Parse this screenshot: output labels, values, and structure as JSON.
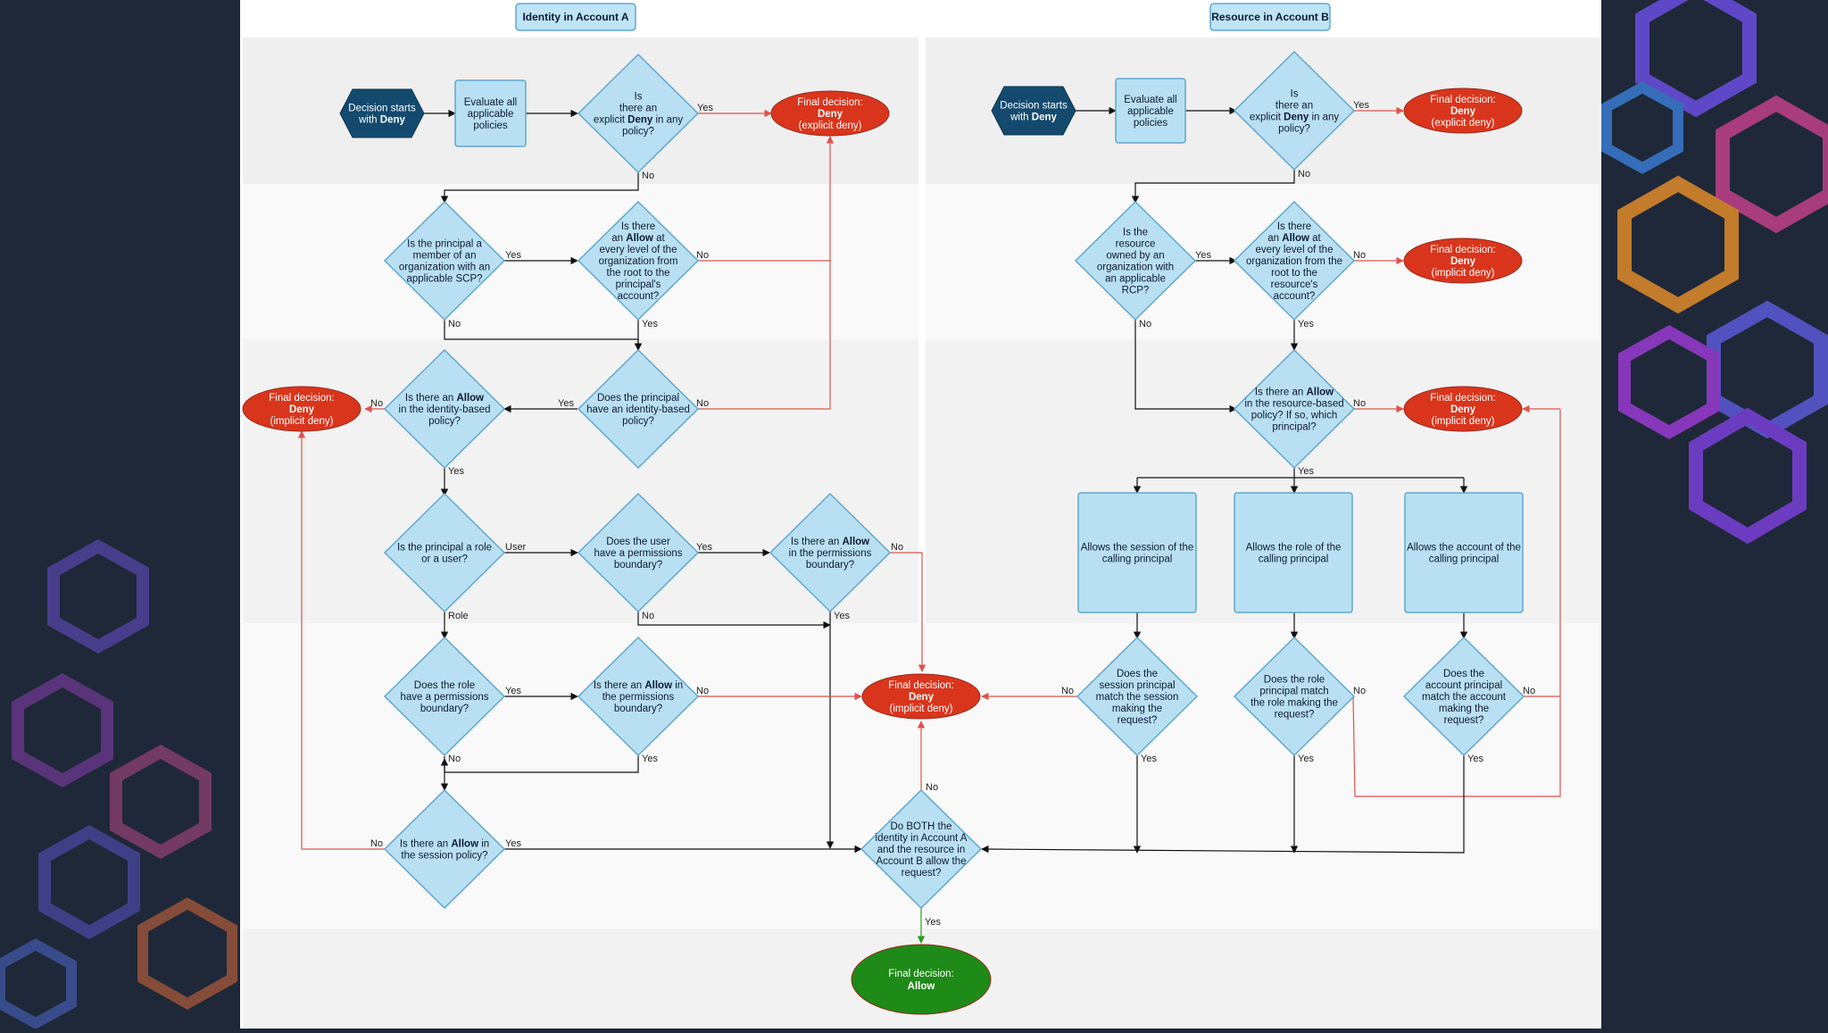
{
  "colors": {
    "background": "#1f2838",
    "canvas": "#ffffff",
    "band_shaded": "#f0f0f0",
    "band_light": "#f8f8f8",
    "decision_fill": "#b9e0f2",
    "decision_stroke": "#5ea7d0",
    "deny_fill": "#d9351c",
    "allow_fill": "#1e8a17",
    "start_fill": "#134a6e",
    "deny_line": "#e0524a",
    "allow_line": "#2a9d22",
    "flow_line": "#111111"
  },
  "headers": {
    "identity": "Identity in Account A",
    "resource": "Resource in Account B"
  },
  "nodes": {
    "a_start": {
      "icon": "decision-start-hexagon",
      "l1": "Decision starts",
      "l2": "with ",
      "l2b": "Deny"
    },
    "a_eval": {
      "l1": "Evaluate all",
      "l2": "applicable",
      "l3": "policies"
    },
    "a_deny_q": {
      "l1": "Is",
      "l2": "there an",
      "l3a": "explicit ",
      "l3b": "Deny",
      "l3c": " in any",
      "l4": "policy?"
    },
    "a_deny_explicit": {
      "l1": "Final decision:",
      "l2": "Deny",
      "l3": "(explicit deny)"
    },
    "a_scp_q": {
      "l1": "Is the principal a",
      "l2": "member of an",
      "l3": "organization with an",
      "l4": "applicable SCP?"
    },
    "a_org_allow_q": {
      "l1": "Is there",
      "l2a": "an ",
      "l2b": "Allow",
      "l2c": " at",
      "l3": "every level of the",
      "l4": "organization from",
      "l5": "the root to the",
      "l6": "principal's",
      "l7": "account?"
    },
    "a_deny_implicit": {
      "l1": "Final decision:",
      "l2": "Deny",
      "l3": "(implicit deny)"
    },
    "a_id_allow_q": {
      "l1a": "Is there an ",
      "l1b": "Allow",
      "l2": "in the identity-based",
      "l3": "policy?"
    },
    "a_id_policy_q": {
      "l1": "Does the principal",
      "l2": "have an identity-based",
      "l3": "policy?"
    },
    "a_role_user_q": {
      "l1": "Is the principal a role",
      "l2": "or a user?"
    },
    "a_user_pb_q": {
      "l1": "Does the user",
      "l2": "have a permissions",
      "l3": "boundary?"
    },
    "a_user_pb_allow_q": {
      "l1a": "Is there an ",
      "l1b": "Allow",
      "l2": "in the permissions",
      "l3": "boundary?"
    },
    "a_role_pb_q": {
      "l1": "Does the role",
      "l2": "have a permissions",
      "l3": "boundary?"
    },
    "a_role_pb_allow_q": {
      "l1a": "Is there an ",
      "l1b": "Allow",
      "l1c": " in",
      "l2": "the permissions",
      "l3": "boundary?"
    },
    "a_session_q": {
      "l1a": "Is there an ",
      "l1b": "Allow",
      "l1c": " in",
      "l2": "the session policy?"
    },
    "mid_deny": {
      "l1": "Final decision:",
      "l2": "Deny",
      "l3": "(implicit deny)"
    },
    "both_q": {
      "l1": "Do BOTH the",
      "l2": "identity in Account A",
      "l3": "and the resource in",
      "l4": "Account B allow the",
      "l5": "request?"
    },
    "final_allow": {
      "l1": "Final decision:",
      "l2": "Allow"
    },
    "b_start": {
      "icon": "decision-start-hexagon",
      "l1": "Decision starts",
      "l2": "with ",
      "l2b": "Deny"
    },
    "b_eval": {
      "l1": "Evaluate all",
      "l2": "applicable",
      "l3": "policies"
    },
    "b_deny_q": {
      "l1": "Is",
      "l2": "there an",
      "l3a": "explicit ",
      "l3b": "Deny",
      "l3c": " in any",
      "l4": "policy?"
    },
    "b_deny_explicit": {
      "l1": "Final decision:",
      "l2": "Deny",
      "l3": "(explicit deny)"
    },
    "b_rcp_q": {
      "l1": "Is the",
      "l2": "resource",
      "l3": "owned by an",
      "l4": "organization with",
      "l5": "an applicable",
      "l6": "RCP?"
    },
    "b_org_allow_q": {
      "l1": "Is there",
      "l2a": "an ",
      "l2b": "Allow",
      "l2c": " at",
      "l3": "every level of the",
      "l4": "organization from the",
      "l5": "root to the",
      "l6": "resource's",
      "l7": "account?"
    },
    "b_deny_implicit1": {
      "l1": "Final decision:",
      "l2": "Deny",
      "l3": "(implicit deny)"
    },
    "b_rb_allow_q": {
      "l1a": "Is there an ",
      "l1b": "Allow",
      "l2": "in the resource-based",
      "l3": "policy? If so, which",
      "l4": "principal?"
    },
    "b_deny_implicit2": {
      "l1": "Final decision:",
      "l2": "Deny",
      "l3": "(implicit deny)"
    },
    "b_allow_session": {
      "l1": "Allows the session of the",
      "l2": "calling principal"
    },
    "b_allow_role": {
      "l1": "Allows the role of the",
      "l2": "calling principal"
    },
    "b_allow_account": {
      "l1": "Allows the account of the",
      "l2": "calling principal"
    },
    "b_session_match_q": {
      "l1": "Does the",
      "l2": "session principal",
      "l3": "match the session",
      "l4": "making the",
      "l5": "request?"
    },
    "b_role_match_q": {
      "l1": "Does the role",
      "l2": "principal match",
      "l3": "the role making the",
      "l4": "request?"
    },
    "b_account_match_q": {
      "l1": "Does the",
      "l2": "account principal",
      "l3": "match the account",
      "l4": "making the",
      "l5": "request?"
    }
  },
  "edge_labels": {
    "yes": "Yes",
    "no": "No",
    "user": "User",
    "role": "Role"
  }
}
